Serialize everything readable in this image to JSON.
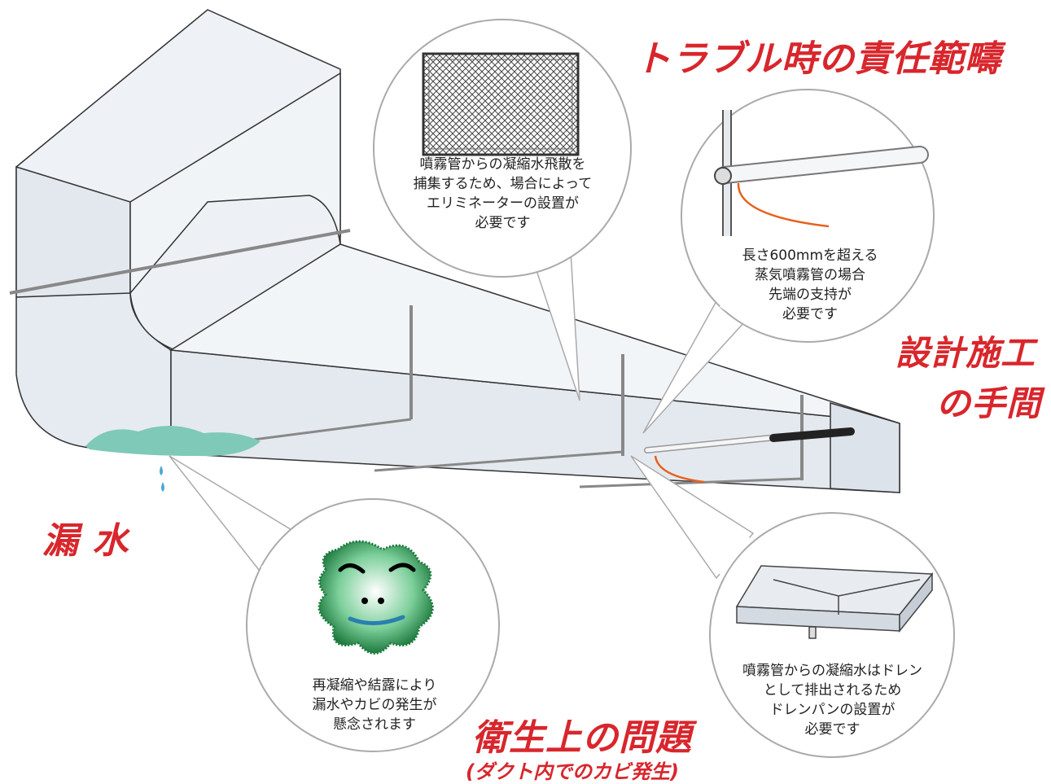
{
  "headings": {
    "responsibility": "トラブル時の責任範疇",
    "design_effort_line1": "設計施工",
    "design_effort_line2": "の手間",
    "leak": "漏 水",
    "hygiene": "衛生上の問題",
    "hygiene_sub": "(ダクト内でのカビ発生)"
  },
  "callouts": {
    "eliminator": "噴霧管からの凝縮水飛散を\n捕集するため、場合によって\nエリミネーターの設置が\n必要です",
    "support": "長さ600mmを超える\n蒸気噴霧管の場合\n先端の支持が\n必要です",
    "mold": "再凝縮や結露により\n漏水やカビの発生が\n懸念されます",
    "drain_pan": "噴霧管からの凝縮水はドレン\nとして排出されるため\nドレンパンの設置が\n必要です"
  },
  "colors": {
    "heading_red": "#d8262c",
    "duct_fill": "#e8ecf1",
    "water": "#7fc9b8",
    "drip": "#4aa8d8",
    "drain_hose": "#e8601c",
    "mold": "#2e8b57"
  }
}
